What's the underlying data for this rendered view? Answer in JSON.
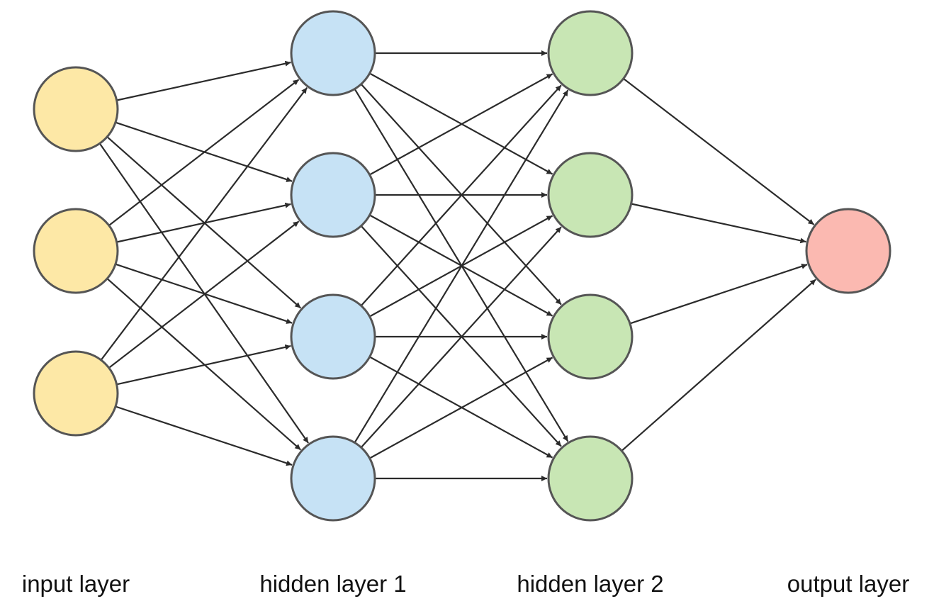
{
  "layers": [
    {
      "id": "input",
      "label": "input layer",
      "node_count": 3,
      "fill": "#FDE8A6"
    },
    {
      "id": "hidden1",
      "label": "hidden layer 1",
      "node_count": 4,
      "fill": "#C6E2F5"
    },
    {
      "id": "hidden2",
      "label": "hidden layer 2",
      "node_count": 4,
      "fill": "#C8E6B4"
    },
    {
      "id": "output",
      "label": "output layer",
      "node_count": 1,
      "fill": "#FBB9B1"
    }
  ],
  "colors": {
    "node_stroke": "#555555",
    "edge": "#2b2b2b",
    "arrowhead": "#2b2b2b",
    "label_text": "#111111"
  },
  "connectivity": "fully-connected",
  "edge_style": "directed-arrow"
}
